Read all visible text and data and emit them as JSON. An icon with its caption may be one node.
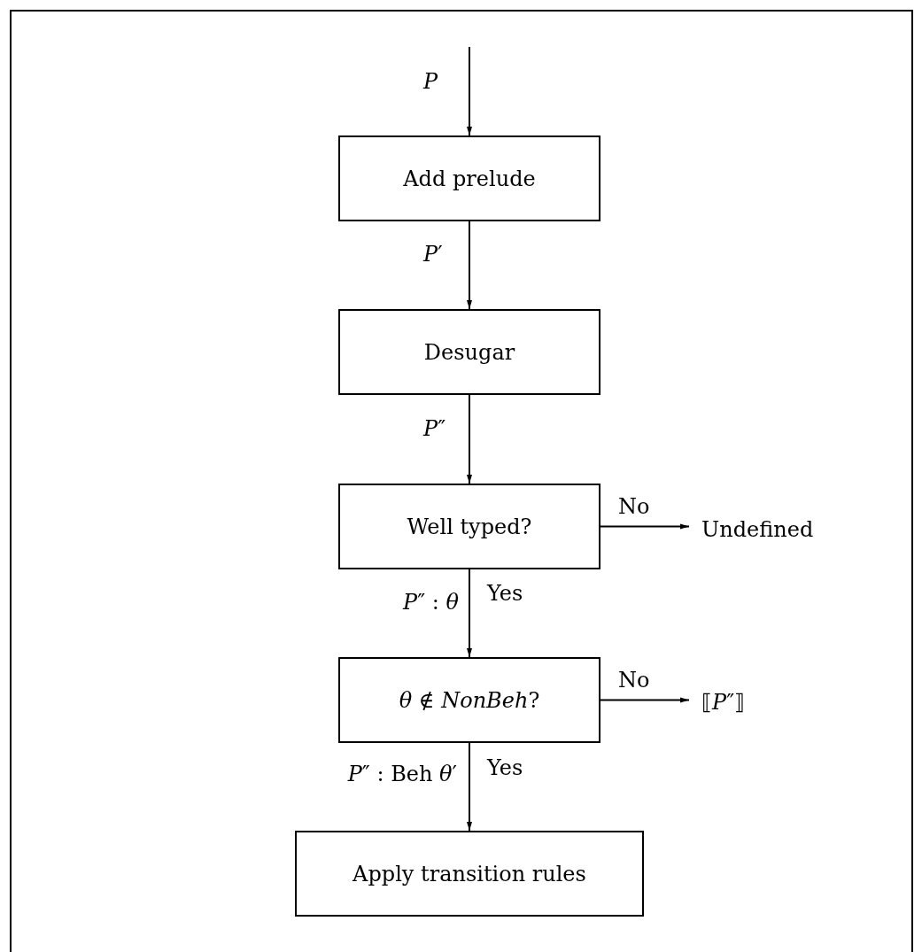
{
  "diagram": {
    "nodes": [
      {
        "text": [
          "Add prelude"
        ]
      },
      {
        "text": [
          "Desugar"
        ]
      },
      {
        "text": [
          "Well typed?"
        ]
      },
      {
        "text": [
          "Undefined"
        ]
      },
      {
        "text": [
          "*θ* ∉ *NonBeh*?"
        ]
      },
      {
        "text": [
          "⟦*P*″⟧"
        ]
      },
      {
        "text": [
          "Apply transition rules"
        ]
      }
    ],
    "edges": [
      {
        "from": null,
        "to": 0,
        "arrow": "to",
        "label": "*P*"
      },
      {
        "from": 0,
        "to": 1,
        "arrow": "to",
        "label": "*P*′"
      },
      {
        "from": 1,
        "to": 2,
        "arrow": "to",
        "label": "*P*″"
      },
      {
        "from": 2,
        "to": 3,
        "arrow": "to",
        "label": "No"
      },
      {
        "from": 2,
        "to": 4,
        "arrow": "to",
        "label": "Yes"
      },
      {
        "from": 4,
        "to": 5,
        "arrow": "to",
        "label": "No"
      },
      {
        "from": 4,
        "to": 6,
        "arrow": "to",
        "label": "Yes"
      }
    ],
    "labels": [
      "*P*″ : *θ*",
      "*P*″ : Beh *θ*′"
    ]
  }
}
